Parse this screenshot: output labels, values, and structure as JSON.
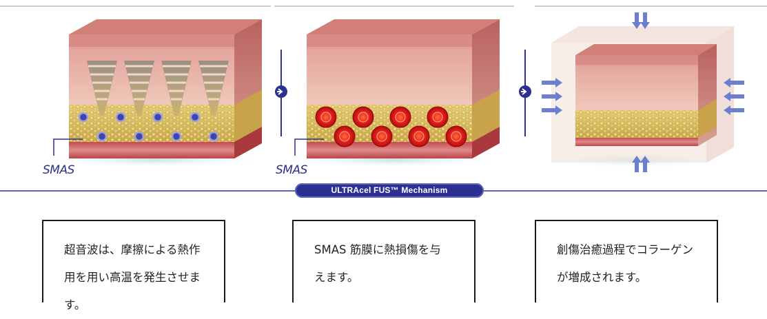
{
  "figure": {
    "smas_label_1": "SMAS",
    "smas_label_2": "SMAS",
    "mechanism_title": "ULTRAcel FUS™ Mechanism",
    "colors": {
      "skin_top": "#d98c86",
      "skin_mid": "#edc1b3",
      "fat": "#dcc060",
      "muscle": "#b9464a",
      "accent_blue": "#2b3092",
      "arrow_blue": "#5c6fbf"
    }
  },
  "captions": [
    {
      "text": "超音波は、摩擦による熱作用を用い高温を発生させます。"
    },
    {
      "text": "SMAS 筋膜に熱損傷を与えます。"
    },
    {
      "text": "創傷治癒過程でコラーゲンが増成されます。"
    }
  ]
}
